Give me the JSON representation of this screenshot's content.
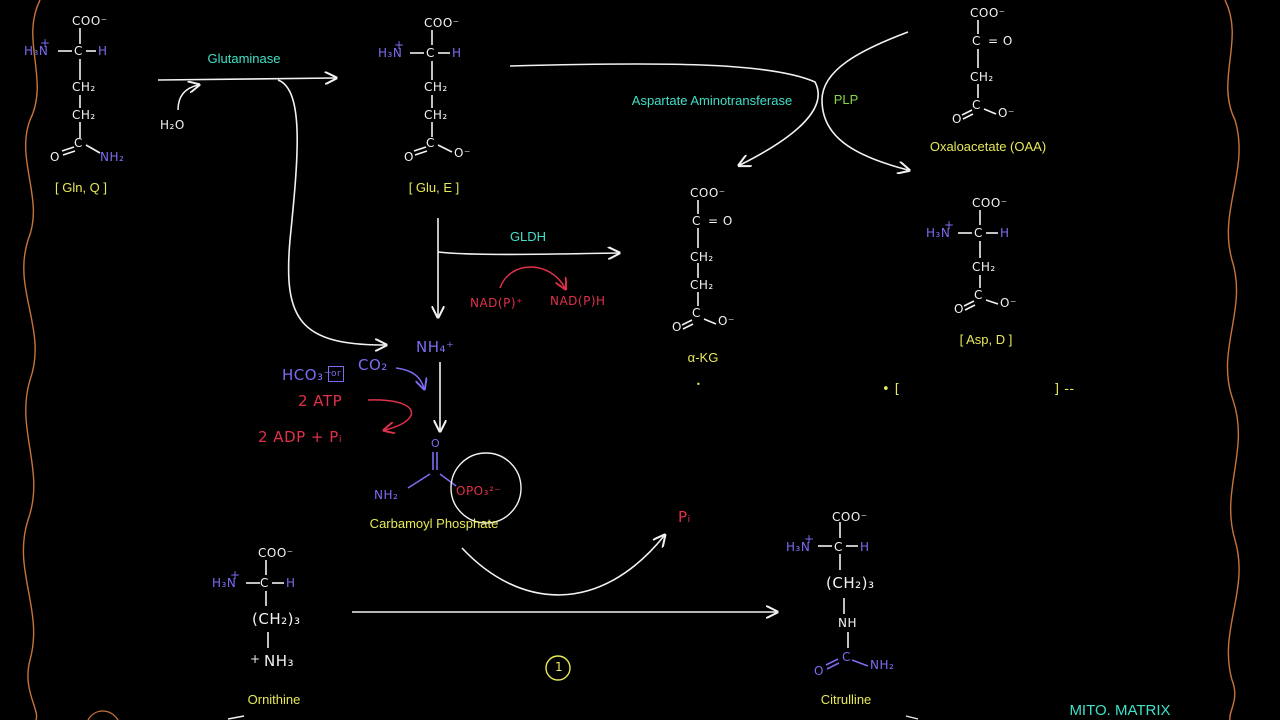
{
  "colors": {
    "white": "#f2f2f2",
    "yellow": "#e8e85a",
    "cyan": "#3fe0c8",
    "purple": "#7b6cf0",
    "red": "#e0304a",
    "border": "#c8733a",
    "green": "#86d64a"
  },
  "labels": {
    "gln": "[ Gln, Q ]",
    "glu": "[ Glu, E ]",
    "akg": "α-KG",
    "oaa": "Oxaloacetate (OAA)",
    "asp": "[ Asp, D ]",
    "carbamoyl": "Carbamoyl Phosphate",
    "ornithine": "Ornithine",
    "citrulline": "Citrulline"
  },
  "enzymes": {
    "glutaminase": "Glutaminase",
    "ast": "Aspartate Aminotransferase",
    "plp": "PLP",
    "gldh": "GLDH"
  },
  "location": "MITO. MATRIX",
  "reagents": {
    "h2o": "H₂O",
    "nadp_ox": "NAD(P)⁺",
    "nadp_red": "NAD(P)H",
    "nh4": "NH₄⁺",
    "hco3": "HCO₃⁻",
    "or": "or",
    "co2": "CO₂",
    "atp": "2 ATP",
    "adp": "2 ADP + Pᵢ",
    "pi": "Pᵢ",
    "step": "1"
  },
  "structure": {
    "coo": "COO⁻",
    "h3n": "H₃N",
    "plus": "+",
    "c": "C",
    "h": "H",
    "ch2": "CH₂",
    "ch2_3": "(CH₂)₃",
    "nh2": "NH₂",
    "nh": "NH",
    "nh3": "NH₃",
    "o": "O",
    "ominus": "O⁻",
    "oeq": "= O",
    "opo3": "OPO₃²⁻"
  },
  "fragments": {
    "dot1": "•",
    "bracket": "• [",
    "dash": "] --"
  }
}
